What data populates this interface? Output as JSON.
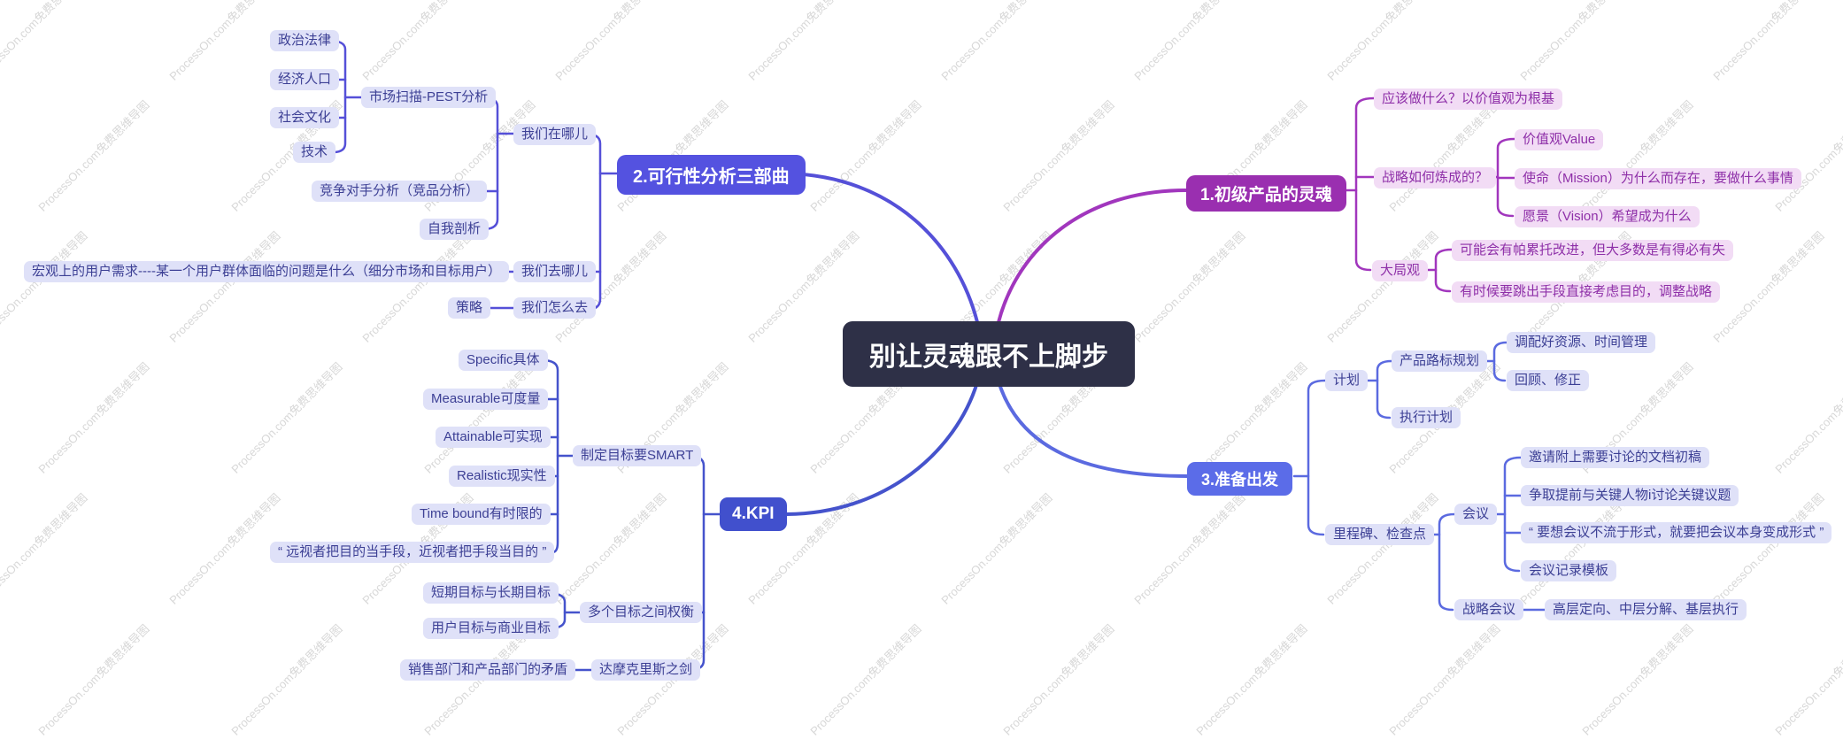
{
  "watermark": "ProcessOn.com免费思维导图",
  "colors": {
    "center_bg": "#2e3047",
    "branch1_purple": "#9a2fb0",
    "branch2_blue": "#5452e0",
    "branch3_blue": "#5b6ce8",
    "branch4_blue": "#4150cd",
    "purple_line": "#a136bd",
    "blue_line": "#5550d8",
    "leaf_blue_bg": "#dfe1f8",
    "leaf_blue_text": "#3d4095",
    "leaf_purple_bg": "#f2dcf5",
    "leaf_purple_text": "#8e2fa8"
  },
  "map": {
    "center": "别让灵魂跟不上脚步",
    "branch1": {
      "label": "1.初级产品的灵魂",
      "children": {
        "yinggai": "应该做什么？以价值观为根基",
        "zhanlue": {
          "label": "战略如何炼成的？",
          "children": {
            "jiazhiguan": "价值观Value",
            "shiming": "使命（Mission）为什么而存在，要做什么事情",
            "yuanjing": "愿景（Vision）希望成为什么"
          }
        },
        "dajuguan": {
          "label": "大局观",
          "children": {
            "pareto": "可能会有帕累托改进，但大多数是有得必有失",
            "tiaochu": "有时候要跳出手段直接考虑目的，调整战略"
          }
        }
      }
    },
    "branch2": {
      "label": "2.可行性分析三部曲",
      "children": {
        "zainar": {
          "label": "我们在哪儿",
          "children": {
            "pest": {
              "label": "市场扫描-PEST分析",
              "children": {
                "zhengzhi": "政治法律",
                "jingji": "经济人口",
                "shehui": "社会文化",
                "jishu": "技术"
              }
            },
            "jingzheng": "竞争对手分析（竞品分析）",
            "ziwo": "自我剖析"
          }
        },
        "qunar": {
          "label": "我们去哪儿",
          "children": {
            "hongguan": "宏观上的用户需求----某一个用户群体面临的问题是什么（细分市场和目标用户）"
          }
        },
        "zenmequ": {
          "label": "我们怎么去",
          "children": {
            "celue": "策略"
          }
        }
      }
    },
    "branch3": {
      "label": "3.准备出发",
      "children": {
        "jihua": {
          "label": "计划",
          "children": {
            "luxian": {
              "label": "产品路标规划",
              "children": {
                "tiaopei": "调配好资源、时间管理",
                "huigu": "回顾、修正"
              }
            },
            "zhixing": "执行计划"
          }
        },
        "licheng": {
          "label": "里程碑、检查点",
          "children": {
            "huiyi": {
              "label": "会议",
              "children": {
                "yaoqing": "邀请附上需要讨论的文档初稿",
                "zhengqu": "争取提前与关键人物i讨论关键议题",
                "yaoxiang": "“ 要想会议不流于形式，就要把会议本身变成形式 ”",
                "jilu": "会议记录模板"
              }
            },
            "zhanlvehuiyi": {
              "label": "战略会议",
              "children": {
                "gaoceng": "高层定向、中层分解、基层执行"
              }
            }
          }
        }
      }
    },
    "branch4": {
      "label": "4.KPI",
      "children": {
        "smart": {
          "label": "制定目标要SMART",
          "children": {
            "specific": "Specific具体",
            "measurable": "Measurable可度量",
            "attainable": "Attainable可实现",
            "realistic": "Realistic现实性",
            "timebound": "Time bound有时限的",
            "yuanshi": "“ 远视者把目的当手段，近视者把手段当目的 ”"
          }
        },
        "quanheng": {
          "label": "多个目标之间权衡",
          "children": {
            "duanqi": "短期目标与长期目标",
            "yonghu": "用户目标与商业目标"
          }
        },
        "damo": {
          "label": "达摩克里斯之剑",
          "children": {
            "xiaoshou": "销售部门和产品部门的矛盾"
          }
        }
      }
    }
  }
}
